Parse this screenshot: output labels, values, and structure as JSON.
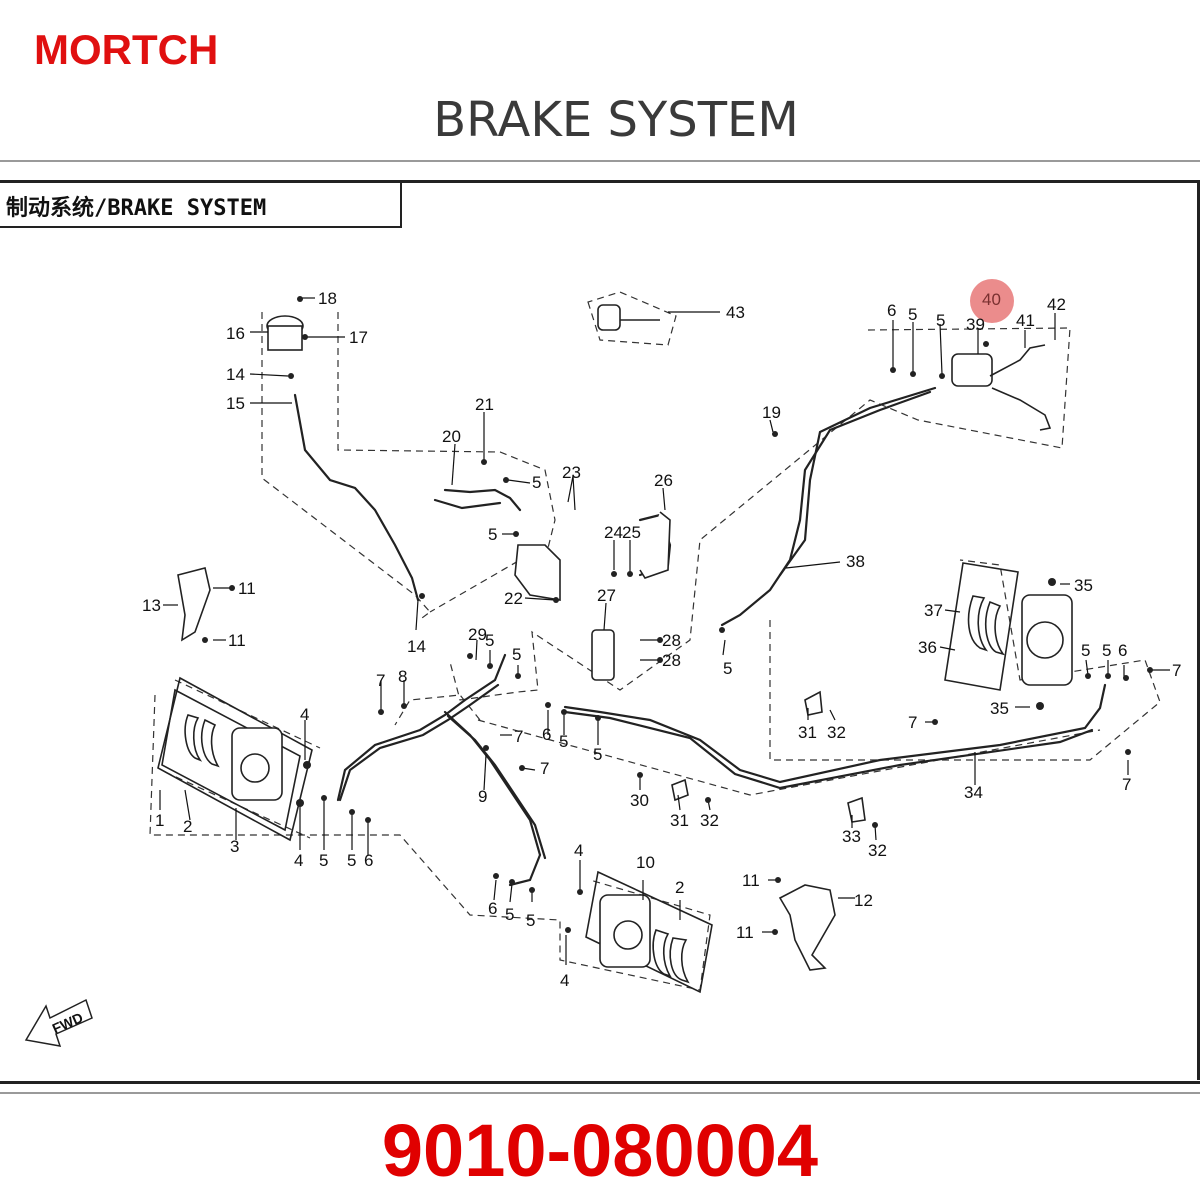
{
  "brand": {
    "name": "MORTCH",
    "color": "#e01010"
  },
  "header": {
    "title": "BRAKE SYSTEM"
  },
  "sheet": {
    "title_box": "制动系统/BRAKE SYSTEM"
  },
  "part_number": {
    "text": "9010-080004",
    "color": "#e00000"
  },
  "highlight": {
    "label": "40",
    "color": "#e87878"
  },
  "fwd_arrow": {
    "label": "FWD"
  },
  "callouts": [
    "18",
    "16",
    "17",
    "14",
    "15",
    "43",
    "6",
    "5",
    "5",
    "39",
    "41",
    "42",
    "19",
    "21",
    "20",
    "5",
    "23",
    "5",
    "26",
    "24",
    "25",
    "22",
    "27",
    "38",
    "13",
    "11",
    "11",
    "14",
    "29",
    "5",
    "5",
    "28",
    "28",
    "8",
    "7",
    "37",
    "35",
    "36",
    "5",
    "6",
    "7",
    "4",
    "1",
    "2",
    "3",
    "4",
    "5",
    "5",
    "6",
    "7",
    "6",
    "5",
    "5",
    "31",
    "32",
    "7",
    "35",
    "34",
    "7",
    "9",
    "7",
    "30",
    "31",
    "32",
    "33",
    "32",
    "4",
    "10",
    "2",
    "6",
    "5",
    "5",
    "4",
    "11",
    "12",
    "11"
  ]
}
